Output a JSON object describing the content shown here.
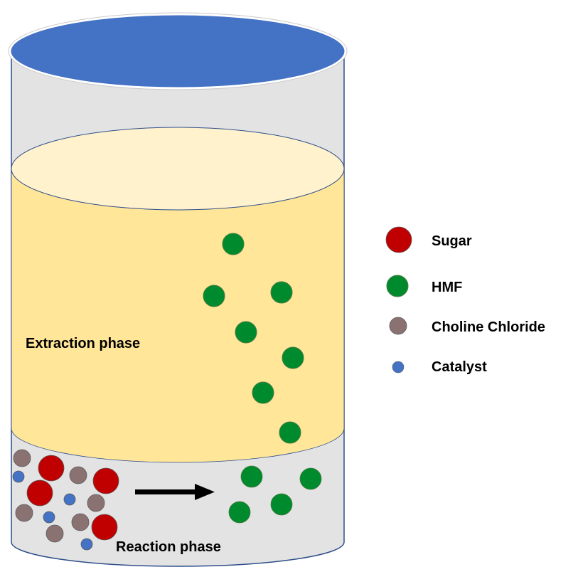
{
  "labels": {
    "extraction_phase": "Extraction phase",
    "reaction_phase": "Reaction phase"
  },
  "legend": [
    {
      "key": "sugar",
      "label": "Sugar",
      "color": "#c00000"
    },
    {
      "key": "hmf",
      "label": "HMF",
      "color": "#008a2e"
    },
    {
      "key": "choline_chloride",
      "label": "Choline Chloride",
      "color": "#8a7272"
    },
    {
      "key": "catalyst",
      "label": "Catalyst",
      "color": "#4472c4"
    }
  ],
  "colors": {
    "lid": "#4472c4",
    "extraction_liquid": "#ffe699",
    "extraction_top": "#fff2cc",
    "vessel_body": "#e3e3e3",
    "vessel_edge": "#2f4e8c",
    "arrow": "#000000"
  }
}
